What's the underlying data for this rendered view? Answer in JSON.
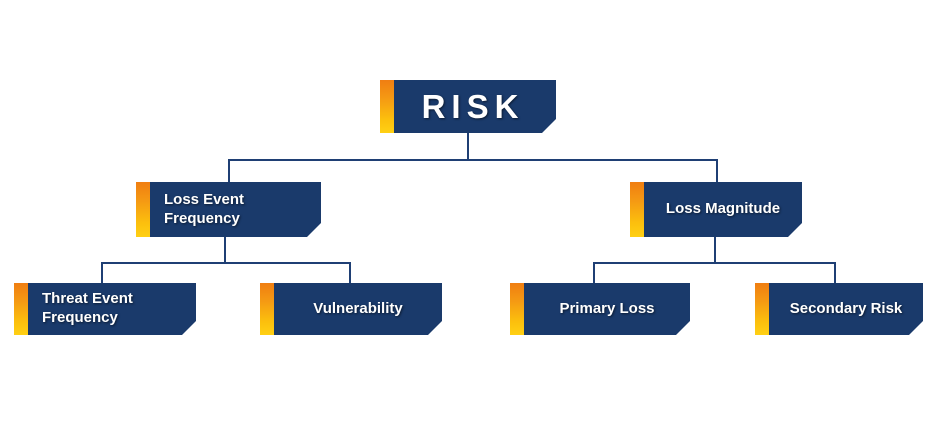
{
  "diagram": {
    "title_node": {
      "label": "RISK"
    },
    "colors": {
      "node_fill": "#1a3a6b",
      "accent_top": "#f07e12",
      "accent_bottom": "#ffd014",
      "connector": "#1f3f74",
      "text": "#ffffff",
      "background": "#ffffff"
    },
    "level2": [
      {
        "id": "loss-event-frequency",
        "label": "Loss Event\nFrequency"
      },
      {
        "id": "loss-magnitude",
        "label": "Loss Magnitude"
      }
    ],
    "level3": [
      {
        "id": "threat-event-frequency",
        "label": "Threat Event\nFrequency"
      },
      {
        "id": "vulnerability",
        "label": "Vulnerability"
      },
      {
        "id": "primary-loss",
        "label": "Primary Loss"
      },
      {
        "id": "secondary-risk",
        "label": "Secondary Risk"
      }
    ]
  }
}
